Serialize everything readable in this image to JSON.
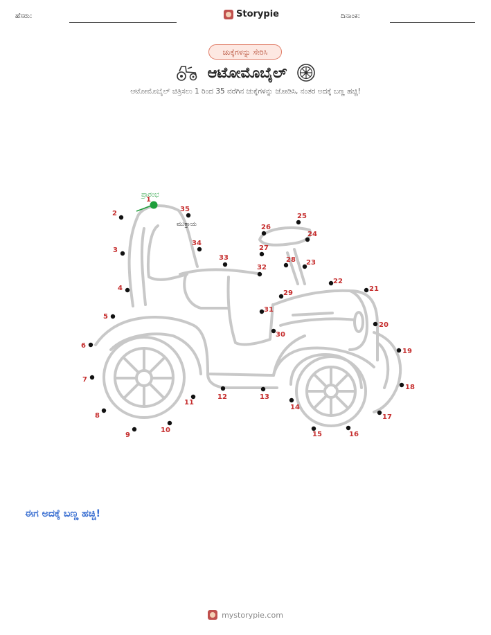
{
  "header": {
    "name_label": "ಹೆಸರು:",
    "date_label": "ದಿನಾಂಕ:",
    "brand": "Storypie"
  },
  "badge": "ಚುಕ್ಕೆಗಳನ್ನು ಸೇರಿಸಿ",
  "title": "ಆಟೋಮೊಬೈಲ್",
  "subtitle": "ಆಟೋಮೊಬೈಲ್ ಚಿತ್ರಿಸಲು 1 ರಿಂದ 35 ವರೆಗಿನ ಚುಕ್ಕೆಗಳನ್ನು ಜೋಡಿಸಿ, ನಂತರ ಅದಕ್ಕೆ ಬಣ್ಣ ಹಚ್ಚಿ!",
  "start_label": "ಪ್ರಾರಂಭ",
  "end_label": "ಮುಕ್ತಾಯ",
  "dot_numbers": [
    "1",
    "2",
    "3",
    "4",
    "5",
    "6",
    "7",
    "8",
    "9",
    "10",
    "11",
    "12",
    "13",
    "14",
    "15",
    "16",
    "17",
    "18",
    "19",
    "20",
    "21",
    "22",
    "23",
    "24",
    "25",
    "26",
    "27",
    "28",
    "29",
    "30",
    "31",
    "32",
    "33",
    "34",
    "35"
  ],
  "cta": "ಈಗ ಅದಕ್ಕೆ ಬಣ್ಣ ಹಚ್ಚಿ!",
  "footer": "mystorypie.com",
  "icons": [
    "tractor-icon",
    "wheel-icon",
    "storypie-logo-icon"
  ],
  "colors": {
    "badge_border": "#e07a64",
    "badge_bg": "#fde8e2",
    "dot_number": "#c62f2f",
    "start_dot": "#1e9e3a",
    "cta": "#3a6fd1",
    "outline": "#c8c8c8"
  }
}
